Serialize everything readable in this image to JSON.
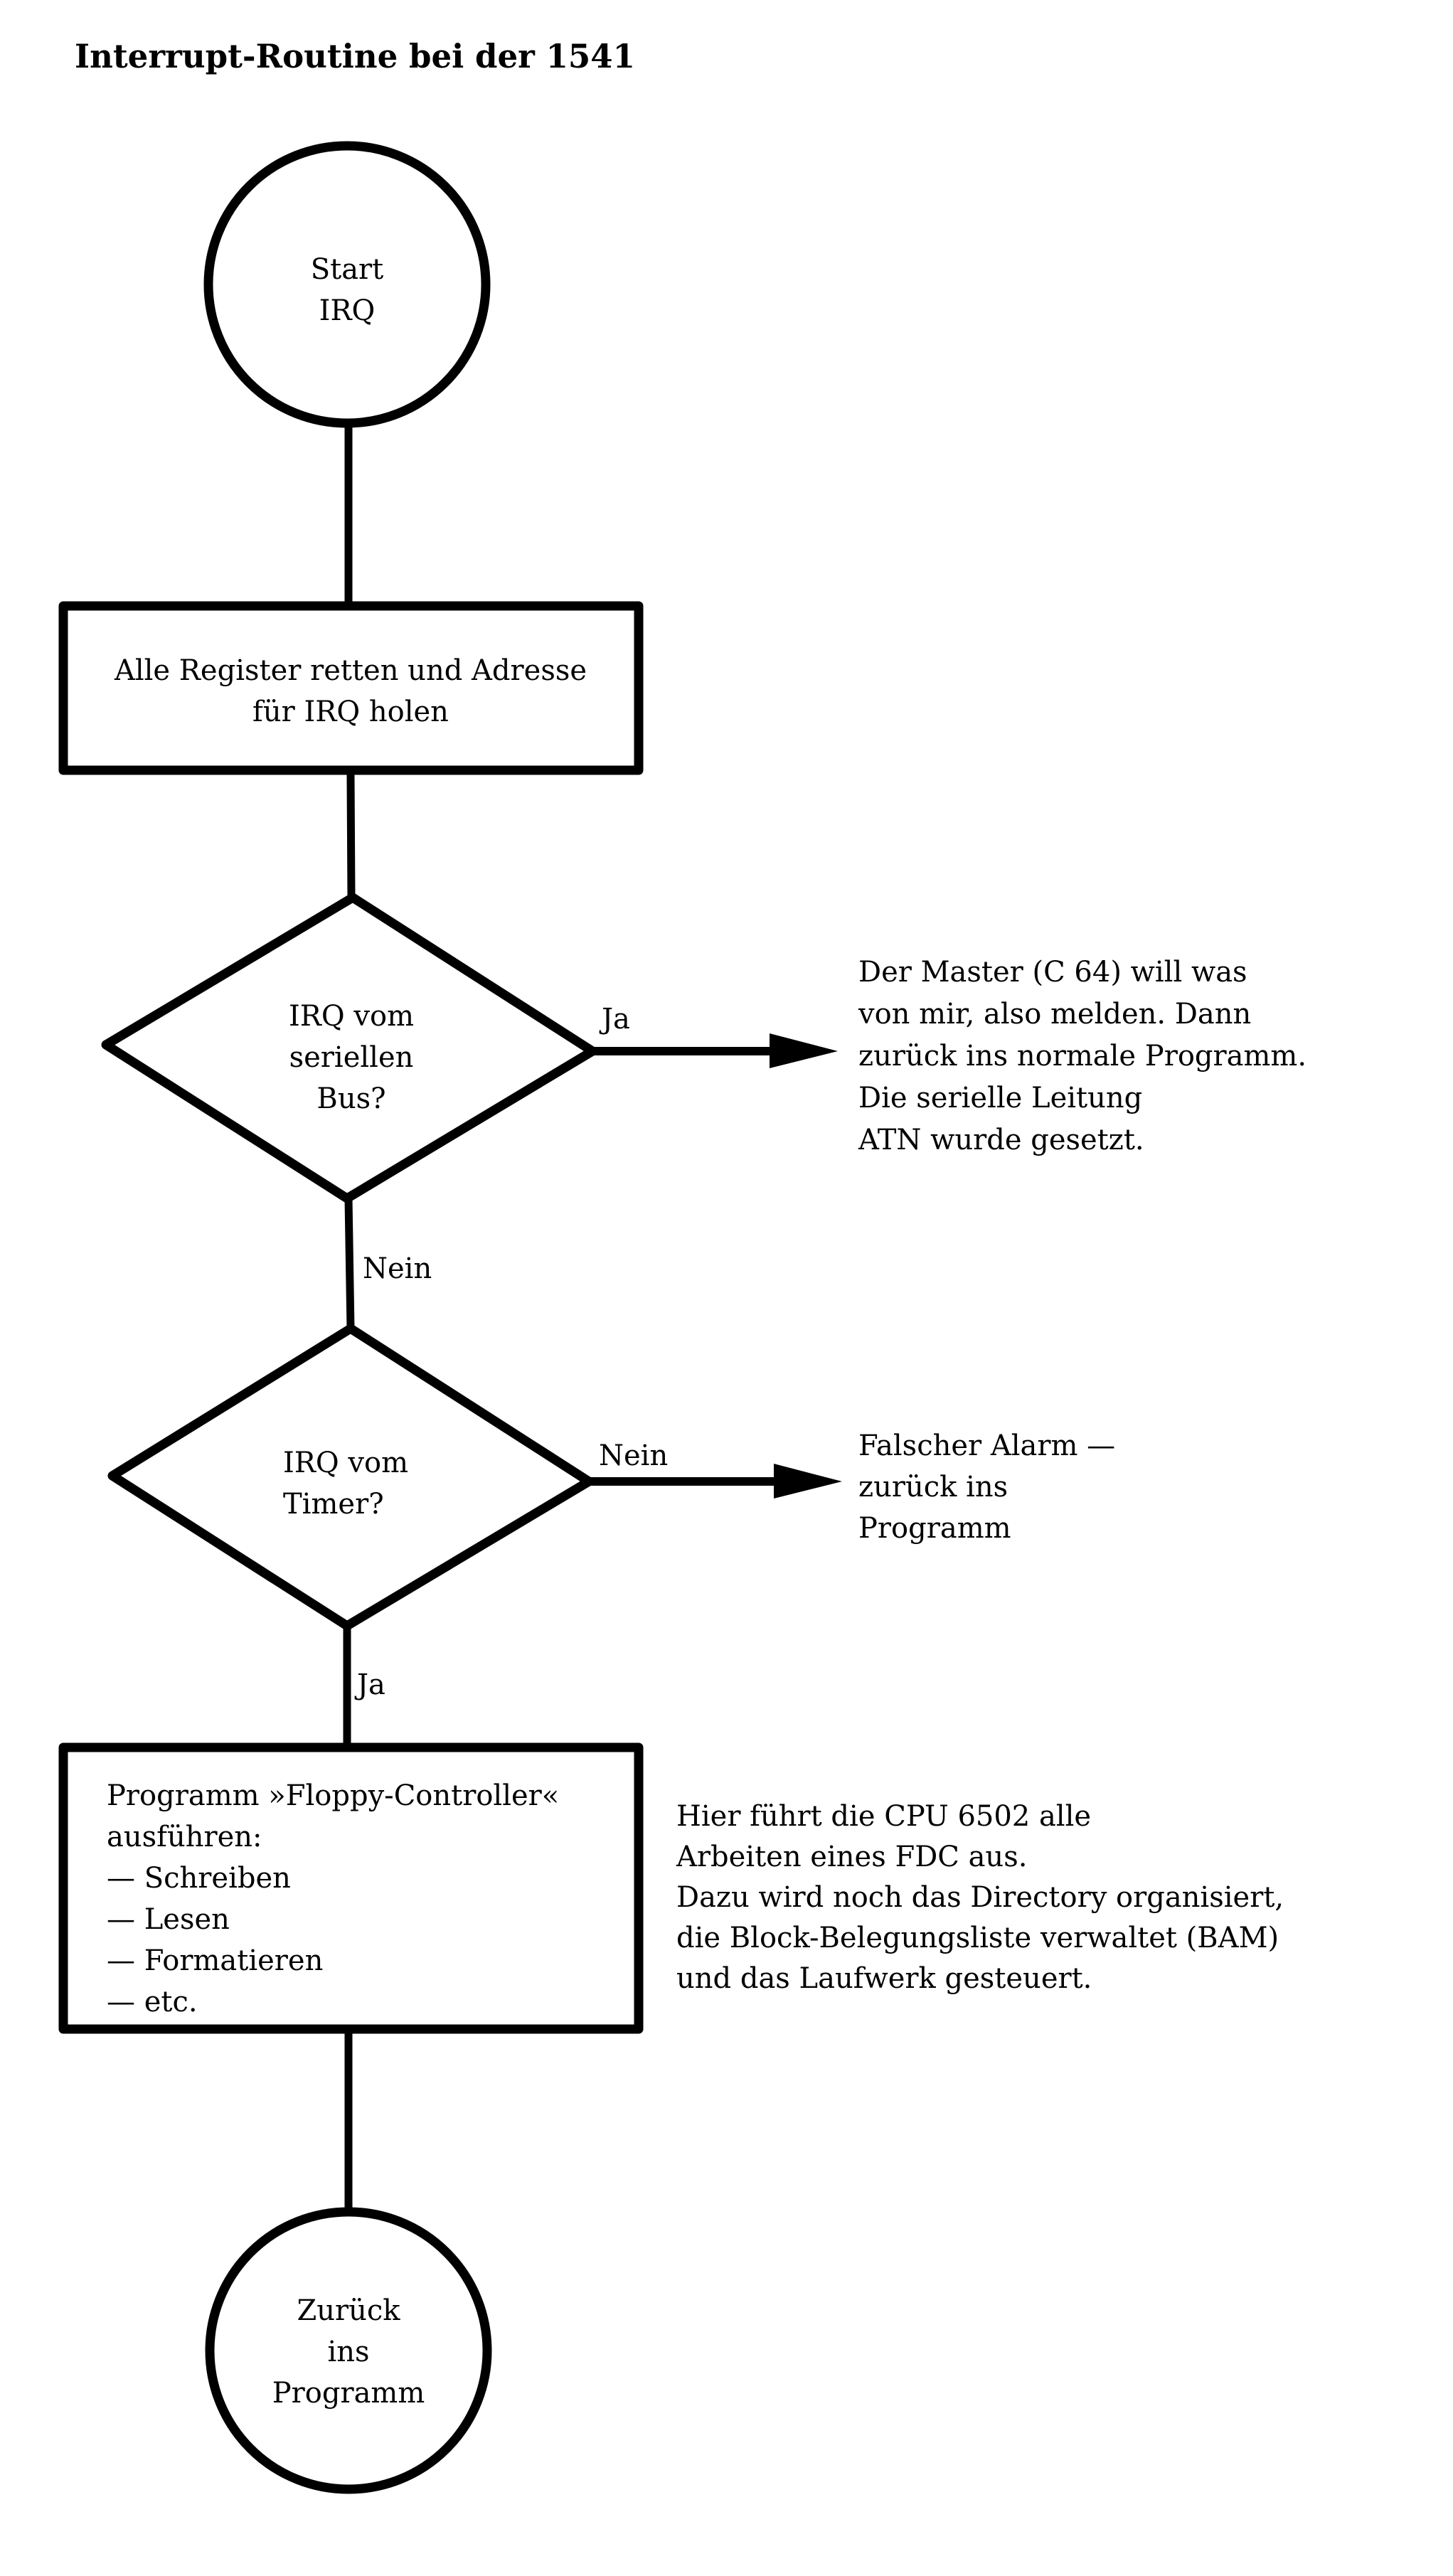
{
  "title": "Interrupt-Routine bei der 1541",
  "colors": {
    "ink": "#000000",
    "paper": "#ffffff"
  },
  "nodes": {
    "start": {
      "type": "terminal",
      "lines": [
        "Start",
        "IRQ"
      ]
    },
    "save_registers": {
      "type": "process",
      "lines": [
        "Alle Register retten und Adresse",
        "für IRQ holen"
      ]
    },
    "check_serial": {
      "type": "decision",
      "lines": [
        "IRQ vom",
        "seriellen",
        "Bus?"
      ]
    },
    "check_timer": {
      "type": "decision",
      "lines": [
        "IRQ vom",
        "Timer?"
      ]
    },
    "floppy_controller": {
      "type": "process",
      "lines": [
        "Programm »Floppy-Controller«",
        "ausführen:",
        "— Schreiben",
        "— Lesen",
        "— Formatieren",
        "— etc."
      ]
    },
    "end": {
      "type": "terminal",
      "lines": [
        "Zurück",
        "ins",
        "Programm"
      ]
    }
  },
  "edges": {
    "serial_yes": {
      "label": "Ja"
    },
    "serial_no": {
      "label": "Nein"
    },
    "timer_no": {
      "label": "Nein"
    },
    "timer_yes": {
      "label": "Ja"
    }
  },
  "notes": {
    "serial_note": {
      "lines": [
        "Der Master (C 64) will was",
        "von mir, also melden. Dann",
        "zurück ins normale Programm.",
        "Die serielle Leitung",
        "ATN wurde gesetzt."
      ]
    },
    "timer_note": {
      "lines": [
        "Falscher Alarm —",
        "zurück ins",
        "Programm"
      ]
    },
    "controller_note": {
      "lines": [
        "Hier führt die CPU 6502 alle",
        "Arbeiten eines FDC aus.",
        "Dazu wird noch das Directory organisiert,",
        "die Block-Belegungsliste verwaltet (BAM)",
        "und das Laufwerk gesteuert."
      ]
    }
  }
}
